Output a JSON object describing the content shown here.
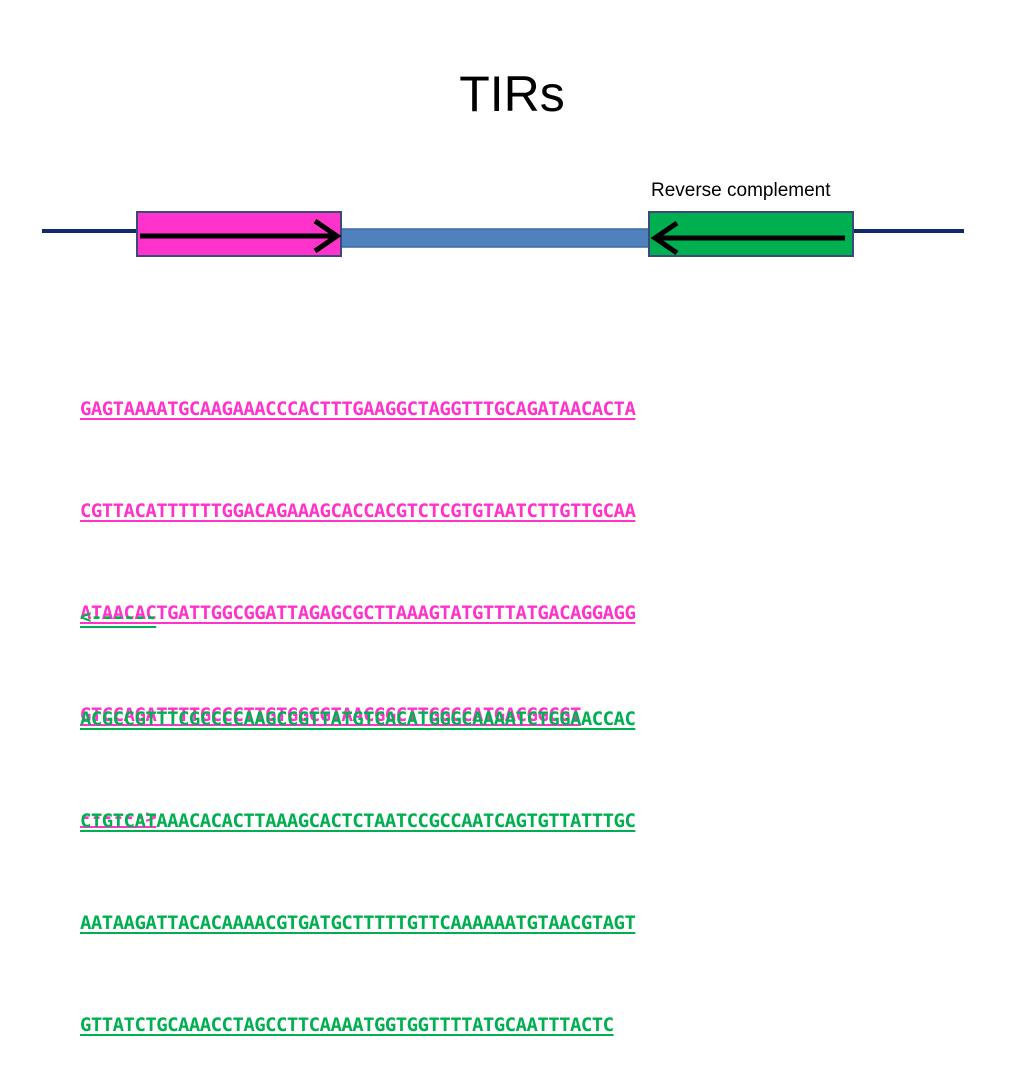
{
  "slide": {
    "title": "TIRs"
  },
  "diagram": {
    "label": "Reverse complement",
    "colors": {
      "backbone": "#0f2a66",
      "forward_box": "#ff33cc",
      "middle_bar": "#4f81bd",
      "reverse_box": "#00b050",
      "arrow": "#000000"
    },
    "icons": [
      "right-arrow-icon",
      "left-arrow-icon"
    ]
  },
  "forward_sequence": {
    "color": "#ff33cc",
    "lines": [
      "GAGTAAAATGCAAGAAACCCACTTTGAAGGCTAGGTTTGCAGATAACACTA",
      "CGTTACATTTTTTGGACAGAAAGCACCACGTCTCGTGTAATCTTGTTGCAA",
      "ATAACACTGATTGGCGGATTAGAGCGCTTAAAGTATGTTTATGACAGGAGG",
      "GTCCAGATTTTGCCCTTGTGGCGTAACGGCTTGGCCATGACGGCGT",
      "------>"
    ]
  },
  "reverse_sequence": {
    "color": "#00b050",
    "lines": [
      "<------",
      "ACGCCGTTTCGCCCCAAGCCGTTATGTCACATGGGCAAAATCTGGAACCAC",
      "CTGTCATAAACACACTTAAAGCACTCTAATCCGCCAATCAGTGTTATTTGC",
      "AATAAGATTACACAAAACGTGATGCTTTTTGTTCAAAAAATGTAACGTAGT",
      "GTTATCTGCAAACCTAGCCTTCAAAATGGTGGTTTTATGCAATTTACTC"
    ]
  }
}
